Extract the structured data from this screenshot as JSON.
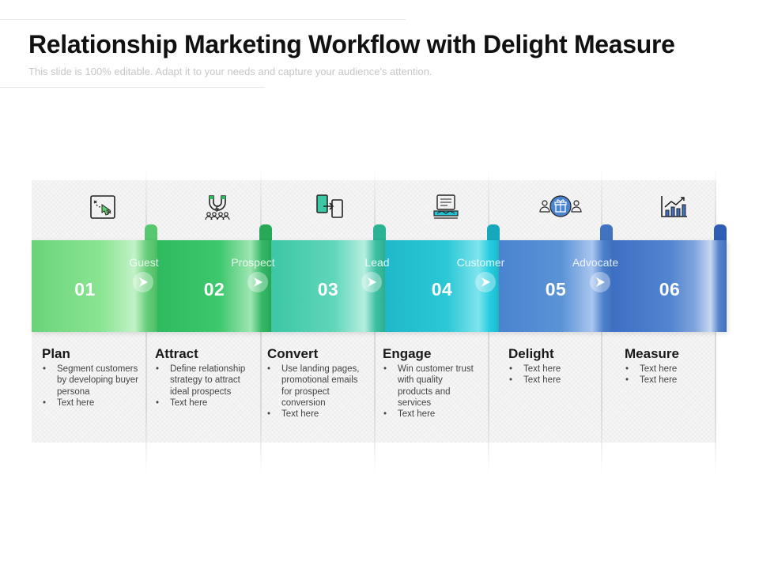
{
  "header": {
    "title": "Relationship Marketing Workflow with Delight Measure",
    "subtitle": "This slide is 100% editable. Adapt it to your needs and capture your audience's attention."
  },
  "colors": {
    "step_01": "#6ad37a",
    "step_02": "#2fba5f",
    "step_03": "#3cc7a5",
    "step_04": "#24c3d2",
    "step_05": "#4a84cf",
    "step_06": "#3d6fc4"
  },
  "stages": [
    {
      "label": "Guest"
    },
    {
      "label": "Prospect"
    },
    {
      "label": "Lead"
    },
    {
      "label": "Customer"
    },
    {
      "label": "Advocate"
    }
  ],
  "steps": [
    {
      "number": "01",
      "title": "Plan",
      "icon": "plan-board-icon",
      "bullets": [
        "Segment customers by developing buyer persona",
        "Text here"
      ]
    },
    {
      "number": "02",
      "title": "Attract",
      "icon": "magnet-people-icon",
      "bullets": [
        "Define relationship strategy to attract ideal prospects",
        "Text here"
      ]
    },
    {
      "number": "03",
      "title": "Convert",
      "icon": "document-transfer-icon",
      "bullets": [
        "Use landing pages, promotional emails for prospect conversion",
        "Text here"
      ]
    },
    {
      "number": "04",
      "title": "Engage",
      "icon": "handshake-agreement-icon",
      "bullets": [
        "Win customer trust with quality products and services",
        "Text here"
      ]
    },
    {
      "number": "05",
      "title": "Delight",
      "icon": "gift-people-icon",
      "bullets": [
        "Text here",
        "Text here"
      ]
    },
    {
      "number": "06",
      "title": "Measure",
      "icon": "growth-chart-icon",
      "bullets": [
        "Text here",
        "Text here"
      ]
    }
  ]
}
